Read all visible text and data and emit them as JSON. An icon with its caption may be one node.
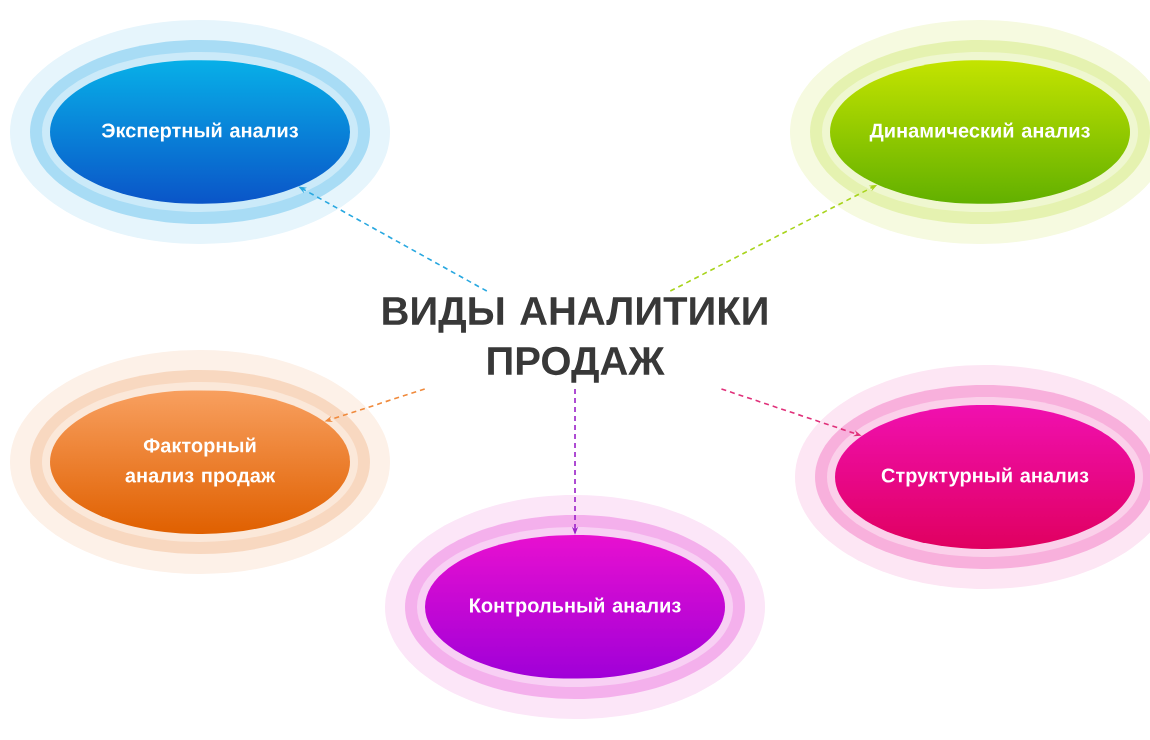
{
  "diagram": {
    "nodes": [
      {
        "text": [
          "ВИДЫ АНАЛИТИКИ ПРОДАЖ"
        ]
      },
      {
        "text": [
          "Экспертный анализ"
        ]
      },
      {
        "text": [
          "Динамический анализ"
        ]
      },
      {
        "text": [
          "Факторный анализ продаж"
        ]
      },
      {
        "text": [
          "Структурный анализ"
        ]
      },
      {
        "text": [
          "Контрольный анализ"
        ]
      }
    ],
    "edges": [
      {
        "from": 0,
        "to": 1,
        "arrow": "to",
        "style": "dashed",
        "color": "#29a8e0"
      },
      {
        "from": 0,
        "to": 2,
        "arrow": "to",
        "style": "dashed",
        "color": "#a8d41c"
      },
      {
        "from": 0,
        "to": 3,
        "arrow": "to",
        "style": "dashed",
        "color": "#f08a3c"
      },
      {
        "from": 0,
        "to": 4,
        "arrow": "to",
        "style": "dashed",
        "color": "#e0307a"
      },
      {
        "from": 0,
        "to": 5,
        "arrow": "to",
        "style": "dashed",
        "color": "#9a20c8"
      }
    ]
  }
}
